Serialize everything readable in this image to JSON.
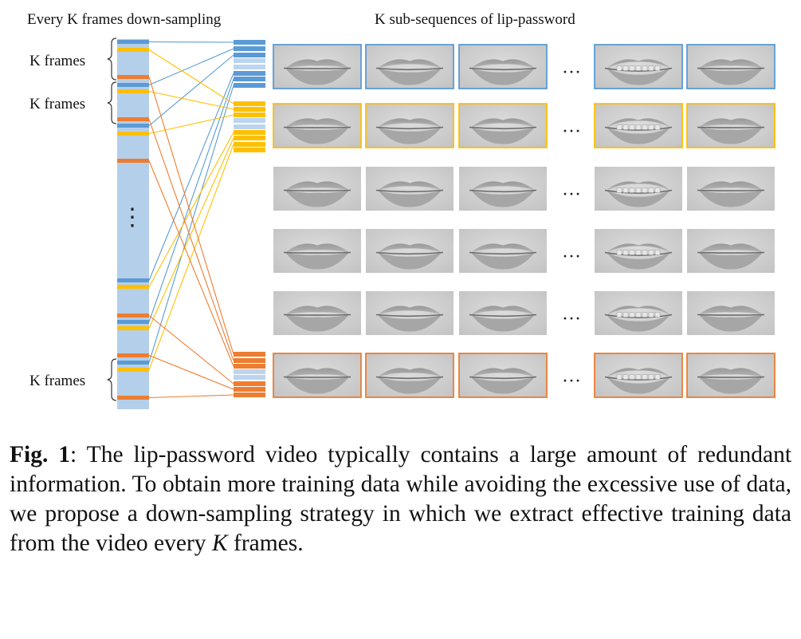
{
  "figure": {
    "header_left": "Every K frames down-sampling",
    "header_right": "K sub-sequences of lip-password",
    "brace_label": "K frames",
    "ellipsis_vertical": "⋮",
    "ellipsis_horizontal": "…",
    "rows": [
      {
        "border": "#5b9bd5"
      },
      {
        "border": "#ffc000"
      },
      {
        "border": "none"
      },
      {
        "border": "none"
      },
      {
        "border": "none"
      },
      {
        "border": "#ed7d31"
      }
    ]
  },
  "caption": {
    "label": "Fig. 1",
    "colon": ":",
    "text_1": "The lip-password video typically contains a large amount of redundant information. To obtain more training data while avoiding the excessive use of data, we propose a down-sampling strategy in which we extract effective training data from the video every",
    "variable": "K",
    "text_2": "frames."
  },
  "colors": {
    "blue": "#5b9bd5",
    "yellow": "#ffc000",
    "orange": "#ed7d31",
    "light_blue": "#b4cfea",
    "mid_blue": "#bcd5ee"
  }
}
